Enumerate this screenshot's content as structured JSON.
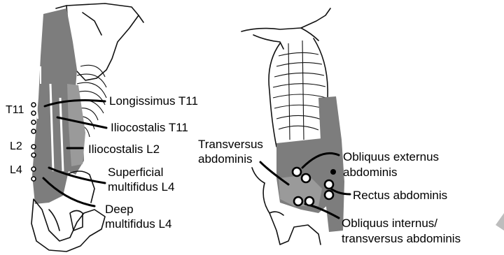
{
  "back_view": {
    "spinal_levels": [
      "T11",
      "L2",
      "L4"
    ],
    "labels": {
      "longissimus": "Longissimus T11",
      "iliocostalis_t11": "Iliocostalis T11",
      "iliocostalis_l2": "Iliocostalis L2",
      "superficial_multifidus_1": "Superficial",
      "superficial_multifidus_2": "multifidus L4",
      "deep_multifidus_1": "Deep",
      "deep_multifidus_2": "multifidus L4"
    }
  },
  "front_view": {
    "labels": {
      "transversus_1": "Transversus",
      "transversus_2": "abdominis",
      "obliquus_externus_1": "Obliquus externus",
      "obliquus_externus_2": "abdominis",
      "rectus": "Rectus abdominis",
      "obliquus_internus_1": "Obliquus internus/",
      "obliquus_internus_2": "transversus abdominis"
    }
  }
}
